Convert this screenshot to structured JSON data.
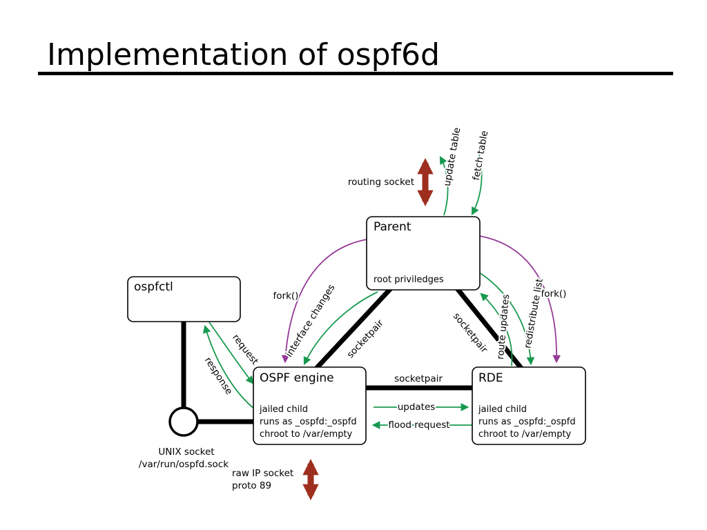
{
  "title": "Implementation of ospf6d",
  "colors": {
    "green": "#18994f",
    "purple": "#953a96",
    "dark_red": "#9e2f1e"
  },
  "nodes": {
    "parent": {
      "title": "Parent",
      "note": "root priviledges"
    },
    "ospfctl": {
      "title": "ospfctl"
    },
    "engine": {
      "title": "OSPF engine",
      "lines": [
        "jailed child",
        "runs as _ospfd:_ospfd",
        "chroot to /var/empty"
      ]
    },
    "rde": {
      "title": "RDE",
      "lines": [
        "jailed child",
        "runs as _ospfd:_ospfd",
        "chroot to /var/empty"
      ]
    }
  },
  "edges": {
    "routing_socket": "routing socket",
    "update_table": "update table",
    "fetch_table": "fetch table",
    "fork_left": "fork()",
    "fork_right": "fork()",
    "interface_changes": "interface changes",
    "socketpair_left": "socketpair",
    "socketpair_right": "socketpair",
    "socketpair_middle": "socketpair",
    "request": "request",
    "response": "response",
    "route_updates": "route updates",
    "redistribute_list": "redistribute list",
    "updates": "updates",
    "flood_request": "flood request",
    "unix_socket_title": "UNIX socket",
    "unix_socket_path": "/var/run/ospfd.sock",
    "raw_ip_socket": "raw IP socket",
    "raw_ip_proto": "proto 89"
  }
}
